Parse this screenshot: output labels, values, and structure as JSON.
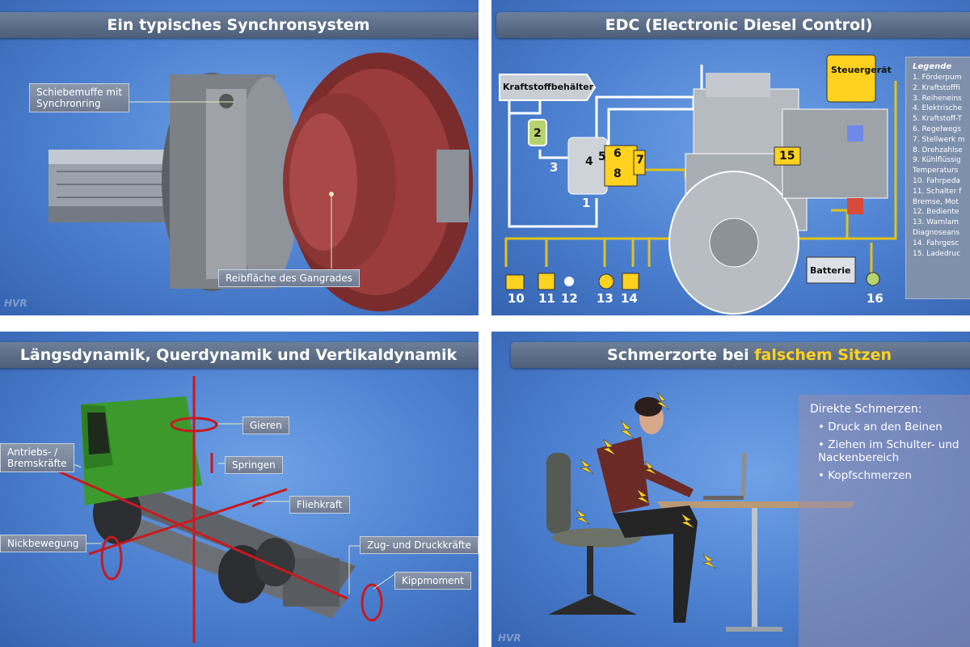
{
  "panel_tl": {
    "title": "Ein typisches Synchronsystem",
    "labels": {
      "sleeve": "Schiebemuffe mit\nSynchronring",
      "friction": "Reibfläche des Gangrades"
    }
  },
  "panel_tr": {
    "title": "EDC (Electronic Diesel Control)",
    "tank": "Kraftstoffbehälter",
    "ecu": "Steuergerät",
    "battery": "Batterie",
    "legend_title": "Legende",
    "legend": [
      "1. Förderpum",
      "2. Kraftstofffi",
      "3. Reiheneins",
      "4. Elektrische",
      "5. Kraftstoff-T",
      "6. Regelwegs",
      "7. Stellwerk m",
      "8. Drehzahlse",
      "9. Kühlflüssig",
      "Temperaturs",
      "10. Fahrpeda",
      "11. Schalter f",
      "Bremse, Mot",
      "12. Bediente",
      "13. Warnlam",
      "Diagnoseans",
      "14. Fahrgesc",
      "15. Ladedruc"
    ],
    "numbers": {
      "n1": "1",
      "n2": "2",
      "n3": "3",
      "n4": "4",
      "n5": "5",
      "n6": "6",
      "n7": "7",
      "n8": "8",
      "n10": "10",
      "n11": "11",
      "n12": "12",
      "n13": "13",
      "n14": "14",
      "n15": "15",
      "n16": "16"
    }
  },
  "panel_bl": {
    "title": "Längsdynamik, Querdynamik und Vertikaldynamik",
    "labels": {
      "gieren": "Gieren",
      "antrieb": "Antriebs- /\nBremskräfte",
      "springen": "Springen",
      "fliehkraft": "Fliehkraft",
      "nick": "Nickbewegung",
      "zug": "Zug- und Druckkräfte",
      "kipp": "Kippmoment"
    }
  },
  "panel_br": {
    "title_prefix": "Schmerzorte bei ",
    "title_highlight": "falschem Sitzen",
    "box_title": "Direkte Schmerzen:",
    "items": [
      "• Druck an den Beinen",
      "• Ziehen im Schulter- und\nNackenbereich",
      "• Kopfschmerzen"
    ]
  },
  "colors": {
    "panel_blue": "#4b7fcf",
    "gear_red": "#8c3535",
    "wire_yellow": "#e0c21a",
    "truck_green": "#3c9a2c",
    "axis_red": "#c8191e",
    "highlight_yellow": "#ffd21f"
  }
}
